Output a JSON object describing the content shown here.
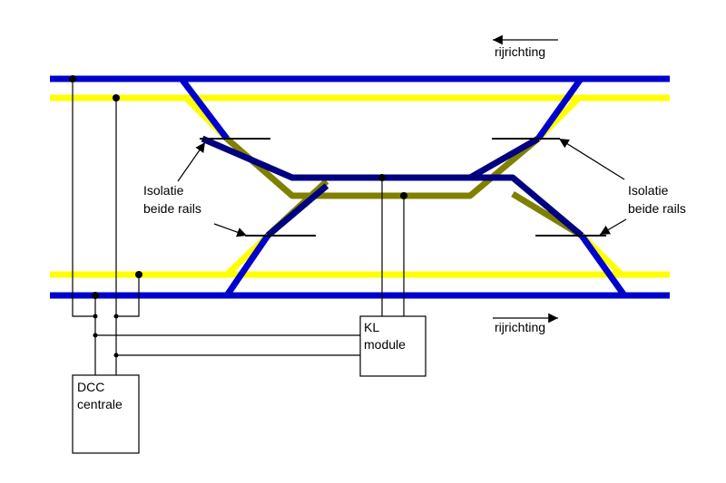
{
  "labels": {
    "direction_top": "rijrichting",
    "direction_bottom": "rijrichting",
    "iso_left_line1": "Isolatie",
    "iso_left_line2": "beide rails",
    "iso_right_line1": "Isolatie",
    "iso_right_line2": "beide rails",
    "kl_line1": "KL",
    "kl_line2": "module",
    "dcc_line1": "DCC",
    "dcc_line2": "centrale"
  },
  "colors": {
    "rail_blue": "#0000cc",
    "rail_yellow": "#ffff00",
    "rail_dark_blue": "#000080",
    "rail_olive": "#808000",
    "wire": "#000000"
  }
}
